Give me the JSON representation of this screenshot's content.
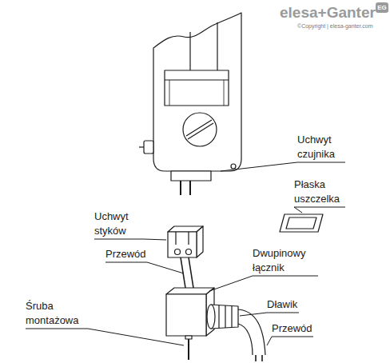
{
  "diagram": {
    "labels": [
      "elesa+Ganter",
      "EG",
      "©Copyright | elesa-ganter.com",
      "Uchwyt czujnika",
      "Płaska uszczelka",
      "Uchwyt styków",
      "Przewód",
      "Dwupinowy łącznik",
      "Dławik",
      "Przewód",
      "Śruba montażowa"
    ]
  }
}
